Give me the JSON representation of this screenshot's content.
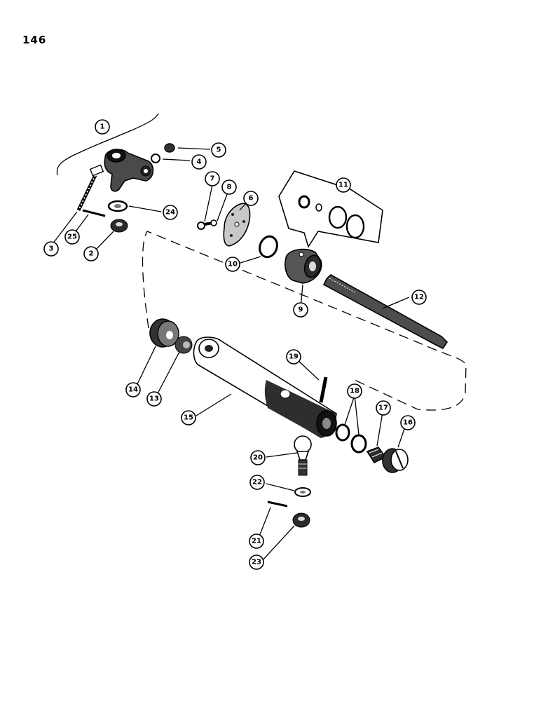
{
  "page": {
    "number": "146"
  },
  "callouts": [
    {
      "id": "1",
      "label": "1"
    },
    {
      "id": "2",
      "label": "2"
    },
    {
      "id": "3",
      "label": "3"
    },
    {
      "id": "4",
      "label": "4"
    },
    {
      "id": "5",
      "label": "5"
    },
    {
      "id": "6",
      "label": "6"
    },
    {
      "id": "7",
      "label": "7"
    },
    {
      "id": "8",
      "label": "8"
    },
    {
      "id": "9",
      "label": "9"
    },
    {
      "id": "10",
      "label": "10"
    },
    {
      "id": "11",
      "label": "11"
    },
    {
      "id": "12",
      "label": "12"
    },
    {
      "id": "13",
      "label": "13"
    },
    {
      "id": "14",
      "label": "14"
    },
    {
      "id": "15",
      "label": "15"
    },
    {
      "id": "16",
      "label": "16"
    },
    {
      "id": "17",
      "label": "17"
    },
    {
      "id": "18",
      "label": "18"
    },
    {
      "id": "19",
      "label": "19"
    },
    {
      "id": "20",
      "label": "20"
    },
    {
      "id": "21",
      "label": "21"
    },
    {
      "id": "22",
      "label": "22"
    },
    {
      "id": "23",
      "label": "23"
    },
    {
      "id": "24",
      "label": "24"
    },
    {
      "id": "25",
      "label": "25"
    }
  ]
}
